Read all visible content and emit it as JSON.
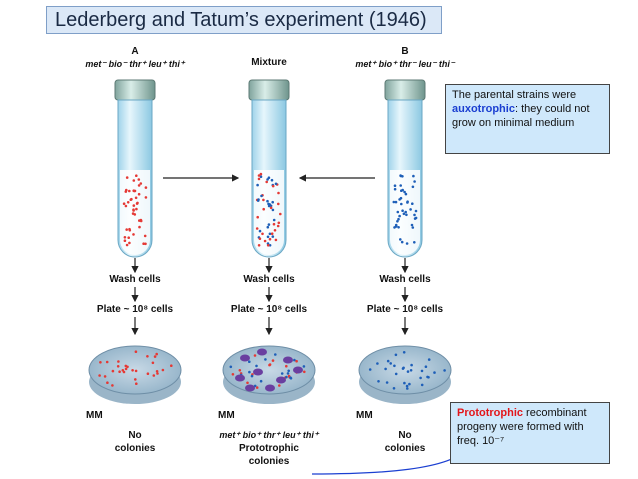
{
  "title": "Lederberg and Tatum’s experiment (1946)",
  "strains": {
    "a": {
      "letter": "A",
      "genotype": "met⁻ bio⁻ thr⁺ leu⁺ thi⁺"
    },
    "mixture": {
      "label": "Mixture"
    },
    "b": {
      "letter": "B",
      "genotype": "met⁺ bio⁺ thr⁻ leu⁻ thi⁻"
    }
  },
  "steps": {
    "wash": "Wash cells",
    "plate": "Plate ~ 10⁸ cells"
  },
  "plates": {
    "medium": "MM",
    "a_result": [
      "No",
      "colonies"
    ],
    "mix_genotype": "met⁺ bio⁺ thr⁺ leu⁺ thi⁺",
    "mix_result": [
      "Prototrophic",
      "colonies"
    ],
    "b_result": [
      "No",
      "colonies"
    ]
  },
  "notes": {
    "auxo_pre": "The parental strains were ",
    "auxo_highlight": "auxotrophic",
    "auxo_post": ": they could not grow on minimal medium",
    "proto_highlight": "Prototrophic",
    "proto_post": " recombinant progeny were formed with freq. 10⁻⁷"
  },
  "colors": {
    "red_cells": "#e53935",
    "blue_cells": "#1e5fb8",
    "colonies": "#6a3fa0",
    "accent": "#1b3fd1"
  }
}
